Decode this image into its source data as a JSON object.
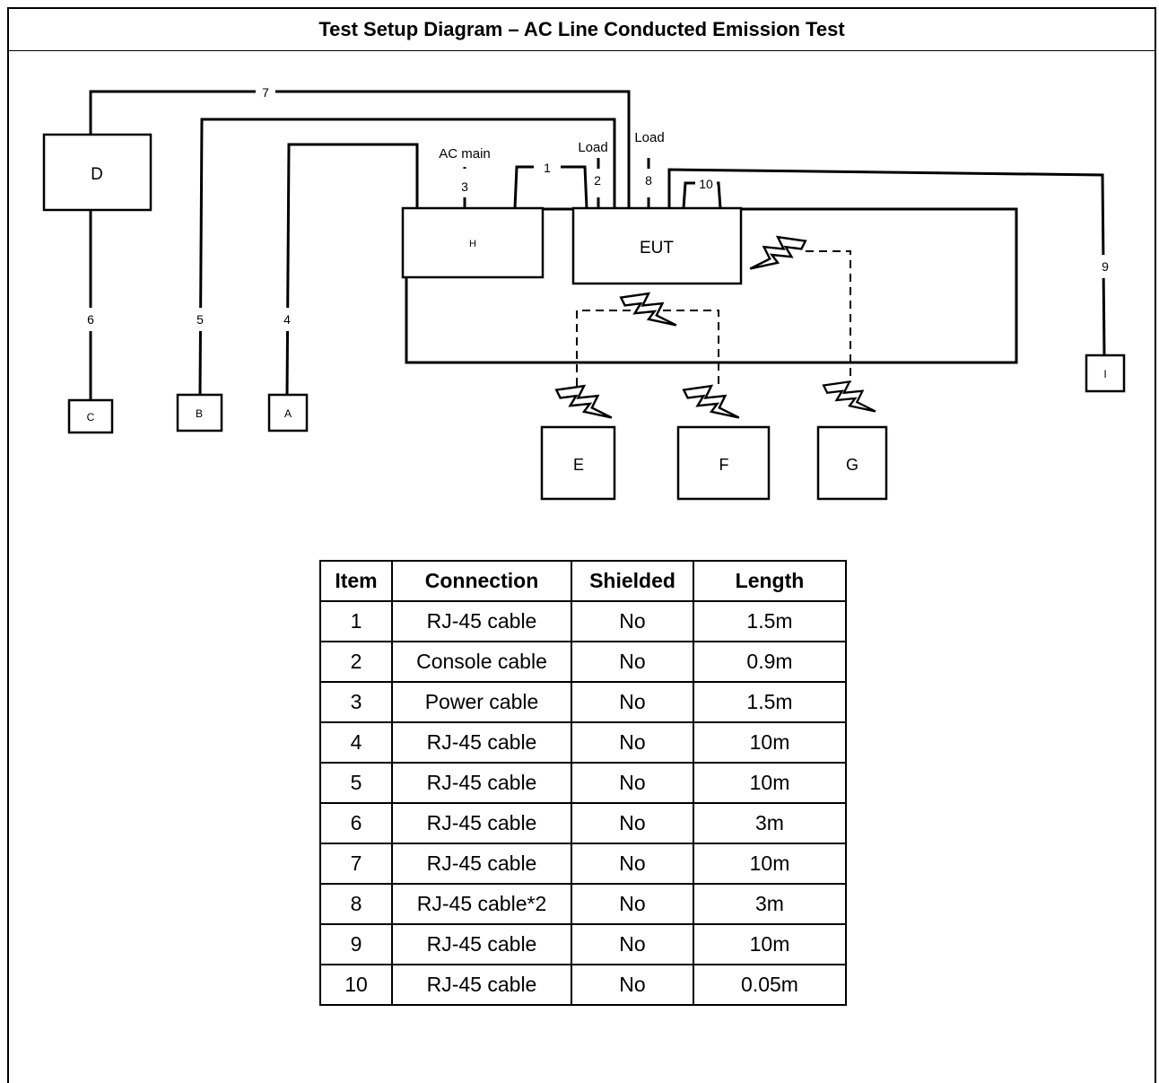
{
  "title": "Test Setup Diagram – AC Line Conducted Emission Test",
  "devices": {
    "A": "A",
    "B": "B",
    "C": "C",
    "D": "D",
    "E": "E",
    "F": "F",
    "G": "G",
    "H": "H",
    "I": "I",
    "EUT": "EUT"
  },
  "labels": {
    "ac_main": "AC main",
    "load_2": "Load",
    "load_8": "Load"
  },
  "cable_numbers": {
    "c1": "1",
    "c2": "2",
    "c3": "3",
    "c4": "4",
    "c5": "5",
    "c6": "6",
    "c7": "7",
    "c8": "8",
    "c9": "9",
    "c10": "10"
  },
  "table": {
    "headers": [
      "Item",
      "Connection",
      "Shielded",
      "Length"
    ],
    "rows": [
      {
        "item": "1",
        "connection": "RJ-45 cable",
        "shielded": "No",
        "length": "1.5m"
      },
      {
        "item": "2",
        "connection": "Console cable",
        "shielded": "No",
        "length": "0.9m"
      },
      {
        "item": "3",
        "connection": "Power cable",
        "shielded": "No",
        "length": "1.5m"
      },
      {
        "item": "4",
        "connection": "RJ-45 cable",
        "shielded": "No",
        "length": "10m"
      },
      {
        "item": "5",
        "connection": "RJ-45 cable",
        "shielded": "No",
        "length": "10m"
      },
      {
        "item": "6",
        "connection": "RJ-45 cable",
        "shielded": "No",
        "length": "3m"
      },
      {
        "item": "7",
        "connection": "RJ-45 cable",
        "shielded": "No",
        "length": "10m"
      },
      {
        "item": "8",
        "connection": "RJ-45 cable*2",
        "shielded": "No",
        "length": "3m"
      },
      {
        "item": "9",
        "connection": "RJ-45 cable",
        "shielded": "No",
        "length": "10m"
      },
      {
        "item": "10",
        "connection": "RJ-45 cable",
        "shielded": "No",
        "length": "0.05m"
      }
    ]
  }
}
